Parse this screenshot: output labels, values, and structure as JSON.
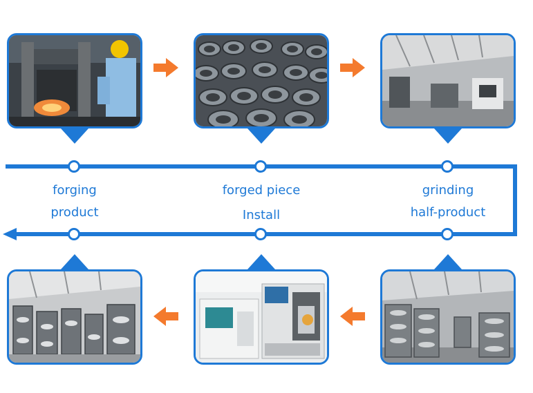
{
  "steps": {
    "forging": {
      "label": "forging",
      "photo": "forging-press-photo"
    },
    "forged_piece": {
      "label": "forged piece",
      "photo": "forged-rings-photo"
    },
    "grinding": {
      "label": "grinding",
      "photo": "grinding-workshop-photo"
    },
    "half_product": {
      "label": "half-product",
      "photo": "half-product-stock-photo"
    },
    "install": {
      "label": "Install",
      "photo": "cnc-machine-photo"
    },
    "product": {
      "label": "product",
      "photo": "finished-product-warehouse-photo"
    }
  },
  "colors": {
    "flow": "#1e79d6",
    "arrow": "#f47a2d"
  }
}
